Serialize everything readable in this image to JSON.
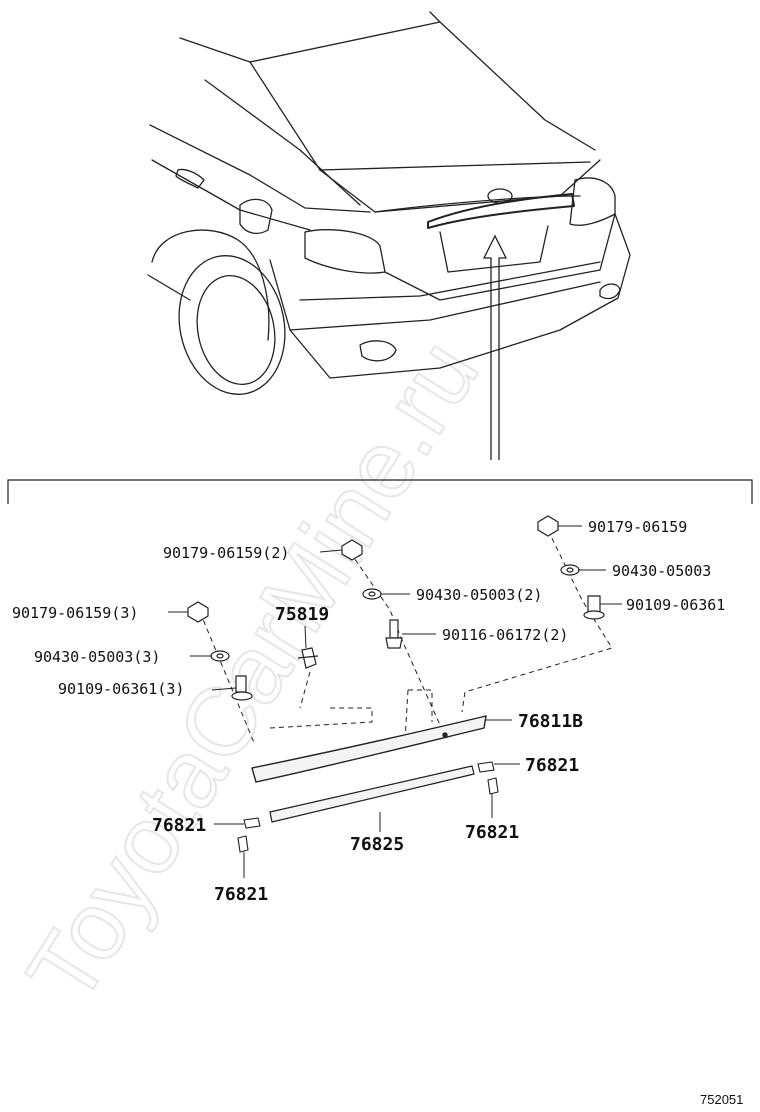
{
  "watermark": "ToyotaCarMine.ru",
  "diagram_code": "752051",
  "labels": {
    "nut_right": "90179-06159",
    "nut_center": "90179-06159(2)",
    "nut_left": "90179-06159(3)",
    "washer_right": "90430-05003",
    "washer_center": "90430-05003(2)",
    "washer_left": "90430-05003(3)",
    "stud_right": "90109-06361",
    "stud_left": "90109-06361(3)",
    "bolt_center": "90116-06172(2)",
    "clip": "75819",
    "garnish": "76811B",
    "moulding": "76825",
    "cap_right_upper": "76821",
    "cap_right_lower": "76821",
    "cap_left_upper": "76821",
    "cap_left_lower": "76821"
  }
}
